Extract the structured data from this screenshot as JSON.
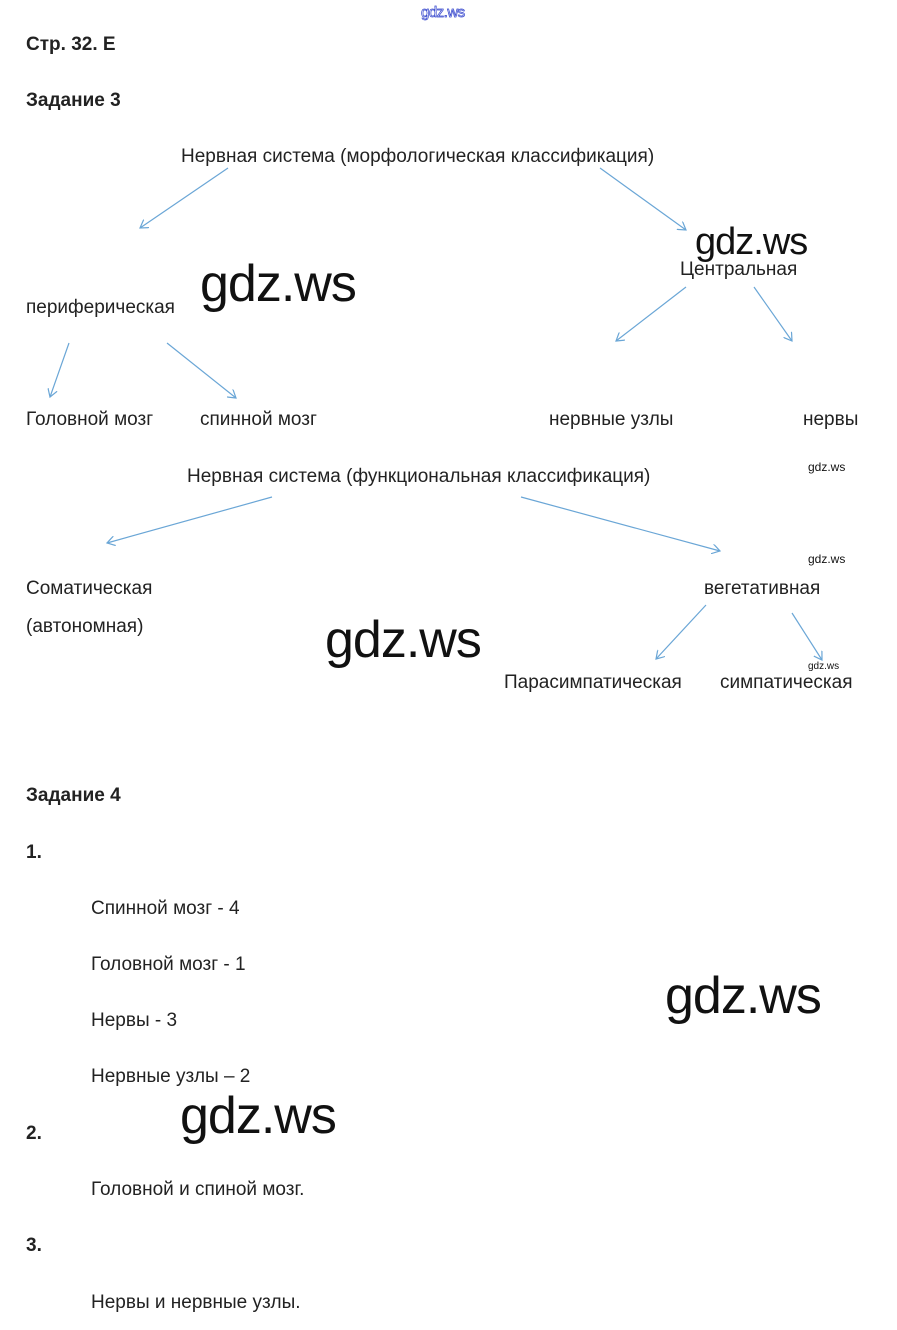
{
  "watermark": "gdz.ws",
  "header": {
    "page": "Стр. 32. Е"
  },
  "task3": {
    "title": "Задание 3",
    "morph": {
      "root": "Нервная система (морфологическая классификация)",
      "peripheral": "периферическая",
      "central": "Центральная",
      "leaves": [
        "Головной мозг",
        "спинной мозг",
        "нервные узлы",
        "нервы"
      ]
    },
    "func": {
      "root": "Нервная система (функциональная классификация)",
      "somatic": "Соматическая",
      "autonomous": "(автономная)",
      "vegetative": "вегетативная",
      "parasympathetic": "Парасимпатическая",
      "sympathetic": "симпатическая"
    }
  },
  "task4": {
    "title": "Задание 4",
    "q1": {
      "num": "1.",
      "lines": [
        "Спинной мозг - 4",
        "Головной мозг - 1",
        "Нервы - 3",
        "Нервные узлы – 2"
      ]
    },
    "q2": {
      "num": "2.",
      "answer": "Головной и спиной мозг."
    },
    "q3": {
      "num": "3.",
      "answer": "Нервы и нервные узлы."
    }
  },
  "colors": {
    "arrow": "#6aa6d6",
    "text": "#222222"
  }
}
